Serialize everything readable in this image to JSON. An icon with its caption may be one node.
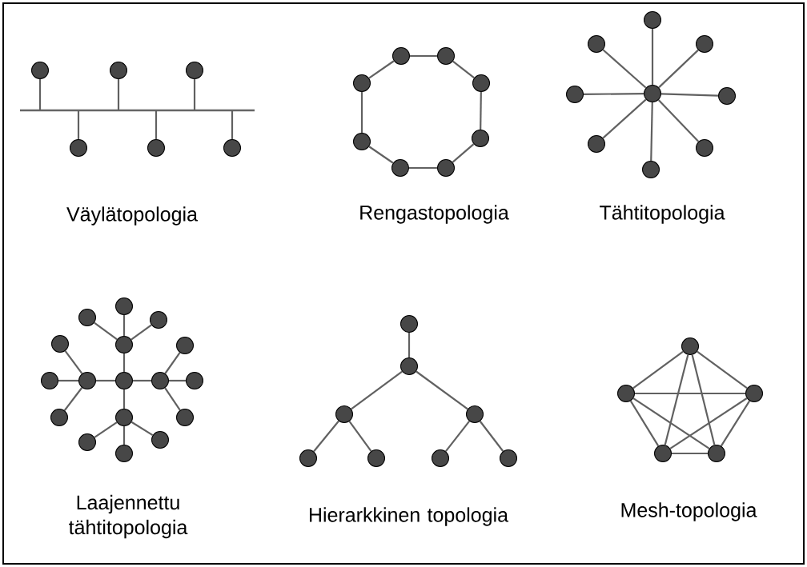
{
  "diagram": {
    "nodes": [
      {
        "text": [],
        "shape": "bar"
      },
      {
        "text": [],
        "shape": "circle"
      },
      {
        "text": [],
        "shape": "circle"
      },
      {
        "text": [],
        "shape": "circle"
      },
      {
        "text": [],
        "shape": "circle"
      },
      {
        "text": [],
        "shape": "circle"
      },
      {
        "text": [],
        "shape": "circle"
      },
      {
        "text": [],
        "shape": "circle"
      },
      {
        "text": [],
        "shape": "circle"
      },
      {
        "text": [],
        "shape": "circle"
      },
      {
        "text": [],
        "shape": "circle"
      },
      {
        "text": [],
        "shape": "circle"
      },
      {
        "text": [],
        "shape": "circle"
      },
      {
        "text": [],
        "shape": "circle"
      },
      {
        "text": [],
        "shape": "circle"
      },
      {
        "text": [],
        "shape": "circle"
      },
      {
        "text": [],
        "shape": "circle"
      },
      {
        "text": [],
        "shape": "circle"
      },
      {
        "text": [],
        "shape": "circle"
      },
      {
        "text": [],
        "shape": "circle"
      },
      {
        "text": [],
        "shape": "circle"
      },
      {
        "text": [],
        "shape": "circle"
      },
      {
        "text": [],
        "shape": "circle"
      },
      {
        "text": [],
        "shape": "circle"
      },
      {
        "text": [],
        "shape": "circle"
      },
      {
        "text": [],
        "shape": "circle"
      },
      {
        "text": [],
        "shape": "circle"
      },
      {
        "text": [],
        "shape": "circle"
      },
      {
        "text": [],
        "shape": "circle"
      },
      {
        "text": [],
        "shape": "circle"
      },
      {
        "text": [],
        "shape": "circle"
      },
      {
        "text": [],
        "shape": "circle"
      },
      {
        "text": [],
        "shape": "circle"
      },
      {
        "text": [],
        "shape": "circle"
      },
      {
        "text": [],
        "shape": "circle"
      },
      {
        "text": [],
        "shape": "circle"
      },
      {
        "text": [],
        "shape": "circle"
      },
      {
        "text": [],
        "shape": "circle"
      },
      {
        "text": [],
        "shape": "circle"
      },
      {
        "text": [],
        "shape": "circle"
      },
      {
        "text": [],
        "shape": "circle"
      },
      {
        "text": [],
        "shape": "circle"
      },
      {
        "text": [],
        "shape": "circle"
      },
      {
        "text": [],
        "shape": "circle"
      },
      {
        "text": [],
        "shape": "circle"
      },
      {
        "text": [],
        "shape": "circle"
      },
      {
        "text": [],
        "shape": "circle"
      },
      {
        "text": [],
        "shape": "circle"
      },
      {
        "text": [],
        "shape": "circle"
      },
      {
        "text": [],
        "shape": "circle"
      },
      {
        "text": [],
        "shape": "circle"
      },
      {
        "text": [],
        "shape": "circle"
      },
      {
        "text": [],
        "shape": "circle"
      },
      {
        "text": [],
        "shape": "circle"
      }
    ],
    "edges": [
      {
        "from": 0,
        "to": 1,
        "arrow": "none"
      },
      {
        "from": 0,
        "to": 2,
        "arrow": "none"
      },
      {
        "from": 0,
        "to": 3,
        "arrow": "none"
      },
      {
        "from": 0,
        "to": 4,
        "arrow": "none"
      },
      {
        "from": 0,
        "to": 5,
        "arrow": "none"
      },
      {
        "from": 0,
        "to": 6,
        "arrow": "none"
      },
      {
        "from": 7,
        "to": 8,
        "arrow": "none"
      },
      {
        "from": 8,
        "to": 9,
        "arrow": "none"
      },
      {
        "from": 9,
        "to": 10,
        "arrow": "none"
      },
      {
        "from": 10,
        "to": 11,
        "arrow": "none"
      },
      {
        "from": 11,
        "to": 12,
        "arrow": "none"
      },
      {
        "from": 12,
        "to": 13,
        "arrow": "none"
      },
      {
        "from": 13,
        "to": 14,
        "arrow": "none"
      },
      {
        "from": 14,
        "to": 7,
        "arrow": "none"
      },
      {
        "from": 15,
        "to": 16,
        "arrow": "none"
      },
      {
        "from": 15,
        "to": 17,
        "arrow": "none"
      },
      {
        "from": 15,
        "to": 18,
        "arrow": "none"
      },
      {
        "from": 15,
        "to": 19,
        "arrow": "none"
      },
      {
        "from": 15,
        "to": 20,
        "arrow": "none"
      },
      {
        "from": 15,
        "to": 21,
        "arrow": "none"
      },
      {
        "from": 15,
        "to": 22,
        "arrow": "none"
      },
      {
        "from": 15,
        "to": 23,
        "arrow": "none"
      },
      {
        "from": 24,
        "to": 25,
        "arrow": "none"
      },
      {
        "from": 24,
        "to": 26,
        "arrow": "none"
      },
      {
        "from": 24,
        "to": 27,
        "arrow": "none"
      },
      {
        "from": 24,
        "to": 28,
        "arrow": "none"
      },
      {
        "from": 25,
        "to": 29,
        "arrow": "none"
      },
      {
        "from": 25,
        "to": 30,
        "arrow": "none"
      },
      {
        "from": 25,
        "to": 31,
        "arrow": "none"
      },
      {
        "from": 26,
        "to": 32,
        "arrow": "none"
      },
      {
        "from": 26,
        "to": 33,
        "arrow": "none"
      },
      {
        "from": 26,
        "to": 34,
        "arrow": "none"
      },
      {
        "from": 27,
        "to": 35,
        "arrow": "none"
      },
      {
        "from": 27,
        "to": 36,
        "arrow": "none"
      },
      {
        "from": 27,
        "to": 37,
        "arrow": "none"
      },
      {
        "from": 28,
        "to": 38,
        "arrow": "none"
      },
      {
        "from": 28,
        "to": 39,
        "arrow": "none"
      },
      {
        "from": 28,
        "to": 40,
        "arrow": "none"
      },
      {
        "from": 41,
        "to": 42,
        "arrow": "none"
      },
      {
        "from": 42,
        "to": 43,
        "arrow": "none"
      },
      {
        "from": 42,
        "to": 44,
        "arrow": "none"
      },
      {
        "from": 43,
        "to": 45,
        "arrow": "none"
      },
      {
        "from": 43,
        "to": 46,
        "arrow": "none"
      },
      {
        "from": 44,
        "to": 47,
        "arrow": "none"
      },
      {
        "from": 44,
        "to": 48,
        "arrow": "none"
      },
      {
        "from": 49,
        "to": 50,
        "arrow": "none"
      },
      {
        "from": 49,
        "to": 51,
        "arrow": "none"
      },
      {
        "from": 49,
        "to": 52,
        "arrow": "none"
      },
      {
        "from": 49,
        "to": 53,
        "arrow": "none"
      },
      {
        "from": 50,
        "to": 51,
        "arrow": "none"
      },
      {
        "from": 50,
        "to": 52,
        "arrow": "none"
      },
      {
        "from": 50,
        "to": 53,
        "arrow": "none"
      },
      {
        "from": 51,
        "to": 52,
        "arrow": "none"
      },
      {
        "from": 51,
        "to": 53,
        "arrow": "none"
      },
      {
        "from": 52,
        "to": 53,
        "arrow": "none"
      }
    ],
    "labels": [
      "Väylätopologia",
      "Rengastopologia",
      "Tähtitopologia",
      "Laajennettu tähtitopologia",
      "Hierarkkinen topologia",
      "Mesh-topologia"
    ]
  }
}
